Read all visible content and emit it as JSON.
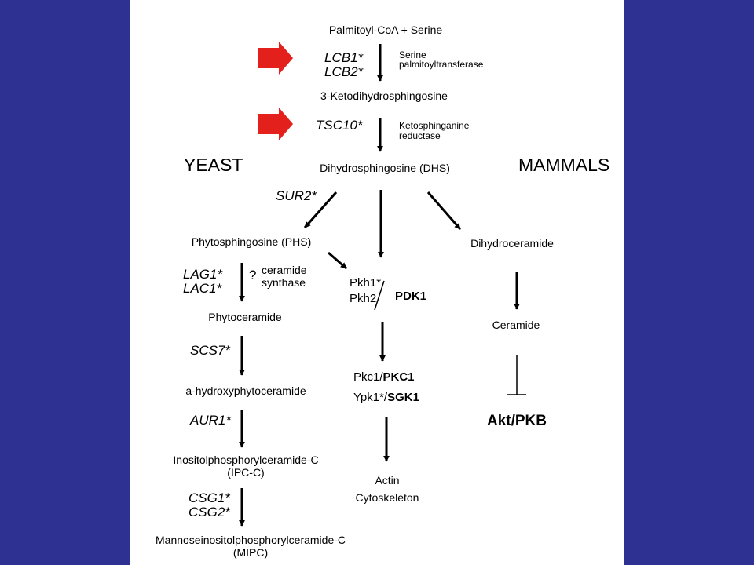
{
  "colors": {
    "background": "#2e3192",
    "slide": "#ffffff",
    "highlight_arrow": "#e4201c",
    "ink": "#000000"
  },
  "headers": {
    "yeast": "YEAST",
    "mammals": "MAMMALS"
  },
  "pathway": {
    "substrate": "Palmitoyl-CoA  + Serine",
    "lcb1": "LCB1*",
    "lcb2": "LCB2*",
    "spt_enzyme_1": "Serine",
    "spt_enzyme_2": "palmitoyltransferase",
    "ketodihydro": "3-Ketodihydrosphingosine",
    "tsc10": "TSC10*",
    "ksr_enzyme_1": "Ketosphinganine",
    "ksr_enzyme_2": "reductase",
    "dhs": "Dihydrosphingosine (DHS)"
  },
  "yeast_branch": {
    "sur2": "SUR2*",
    "phs": "Phytosphingosine (PHS)",
    "lag1": "LAG1*",
    "lac1": "LAC1*",
    "question": "?",
    "cs_1": "ceramide",
    "cs_2": "synthase",
    "phytoceramide": "Phytoceramide",
    "scs7": "SCS7*",
    "hydroxy": "a-hydroxyphytoceramide",
    "aur1": "AUR1*",
    "ipc_1": "Inositolphosphorylceramide-C",
    "ipc_2": "(IPC-C)",
    "csg1": "CSG1*",
    "csg2": "CSG2*",
    "mipc_1": "Mannoseinositolphosphorylceramide-C",
    "mipc_2": "(MIPC)"
  },
  "center_branch": {
    "pkh1": "Pkh1*",
    "pkh2": "Pkh2",
    "pdk1": "PDK1",
    "pkc1_a": "Pkc1/",
    "pkc1_b": "PKC1",
    "ypk1_a": "Ypk1*/",
    "ypk1_b": "SGK1",
    "actin": "Actin",
    "cyto": "Cytoskeleton"
  },
  "mammal_branch": {
    "dihydroceramide": "Dihydroceramide",
    "ceramide": "Ceramide",
    "akt": "Akt/PKB"
  }
}
